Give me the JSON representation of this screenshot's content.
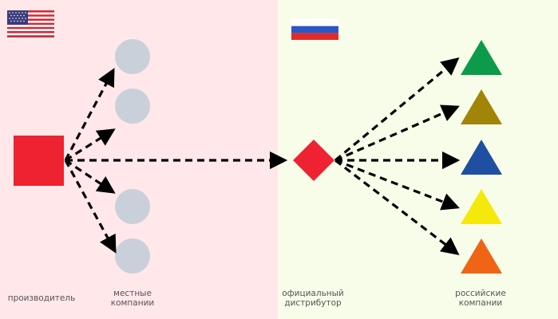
{
  "colors": {
    "left_background": "#ffe7ea",
    "right_background": "#f8fde9",
    "arrow": "#000000",
    "producer": "#ee2230",
    "local_company": "#c9d0da",
    "distributor": "#ee2230"
  },
  "flags": {
    "left": "usa-flag",
    "right": "russia-flag"
  },
  "labels": {
    "producer": "производитель",
    "local_companies_line1": "местные",
    "local_companies_line2": "компании",
    "distributor_line1": "официальный",
    "distributor_line2": "дистрибутор",
    "russian_companies_line1": "российские",
    "russian_companies_line2": "компании"
  },
  "russian_company_colors": [
    "#0c9b4a",
    "#a08509",
    "#1f4fa0",
    "#f5e80d",
    "#ef6515"
  ]
}
